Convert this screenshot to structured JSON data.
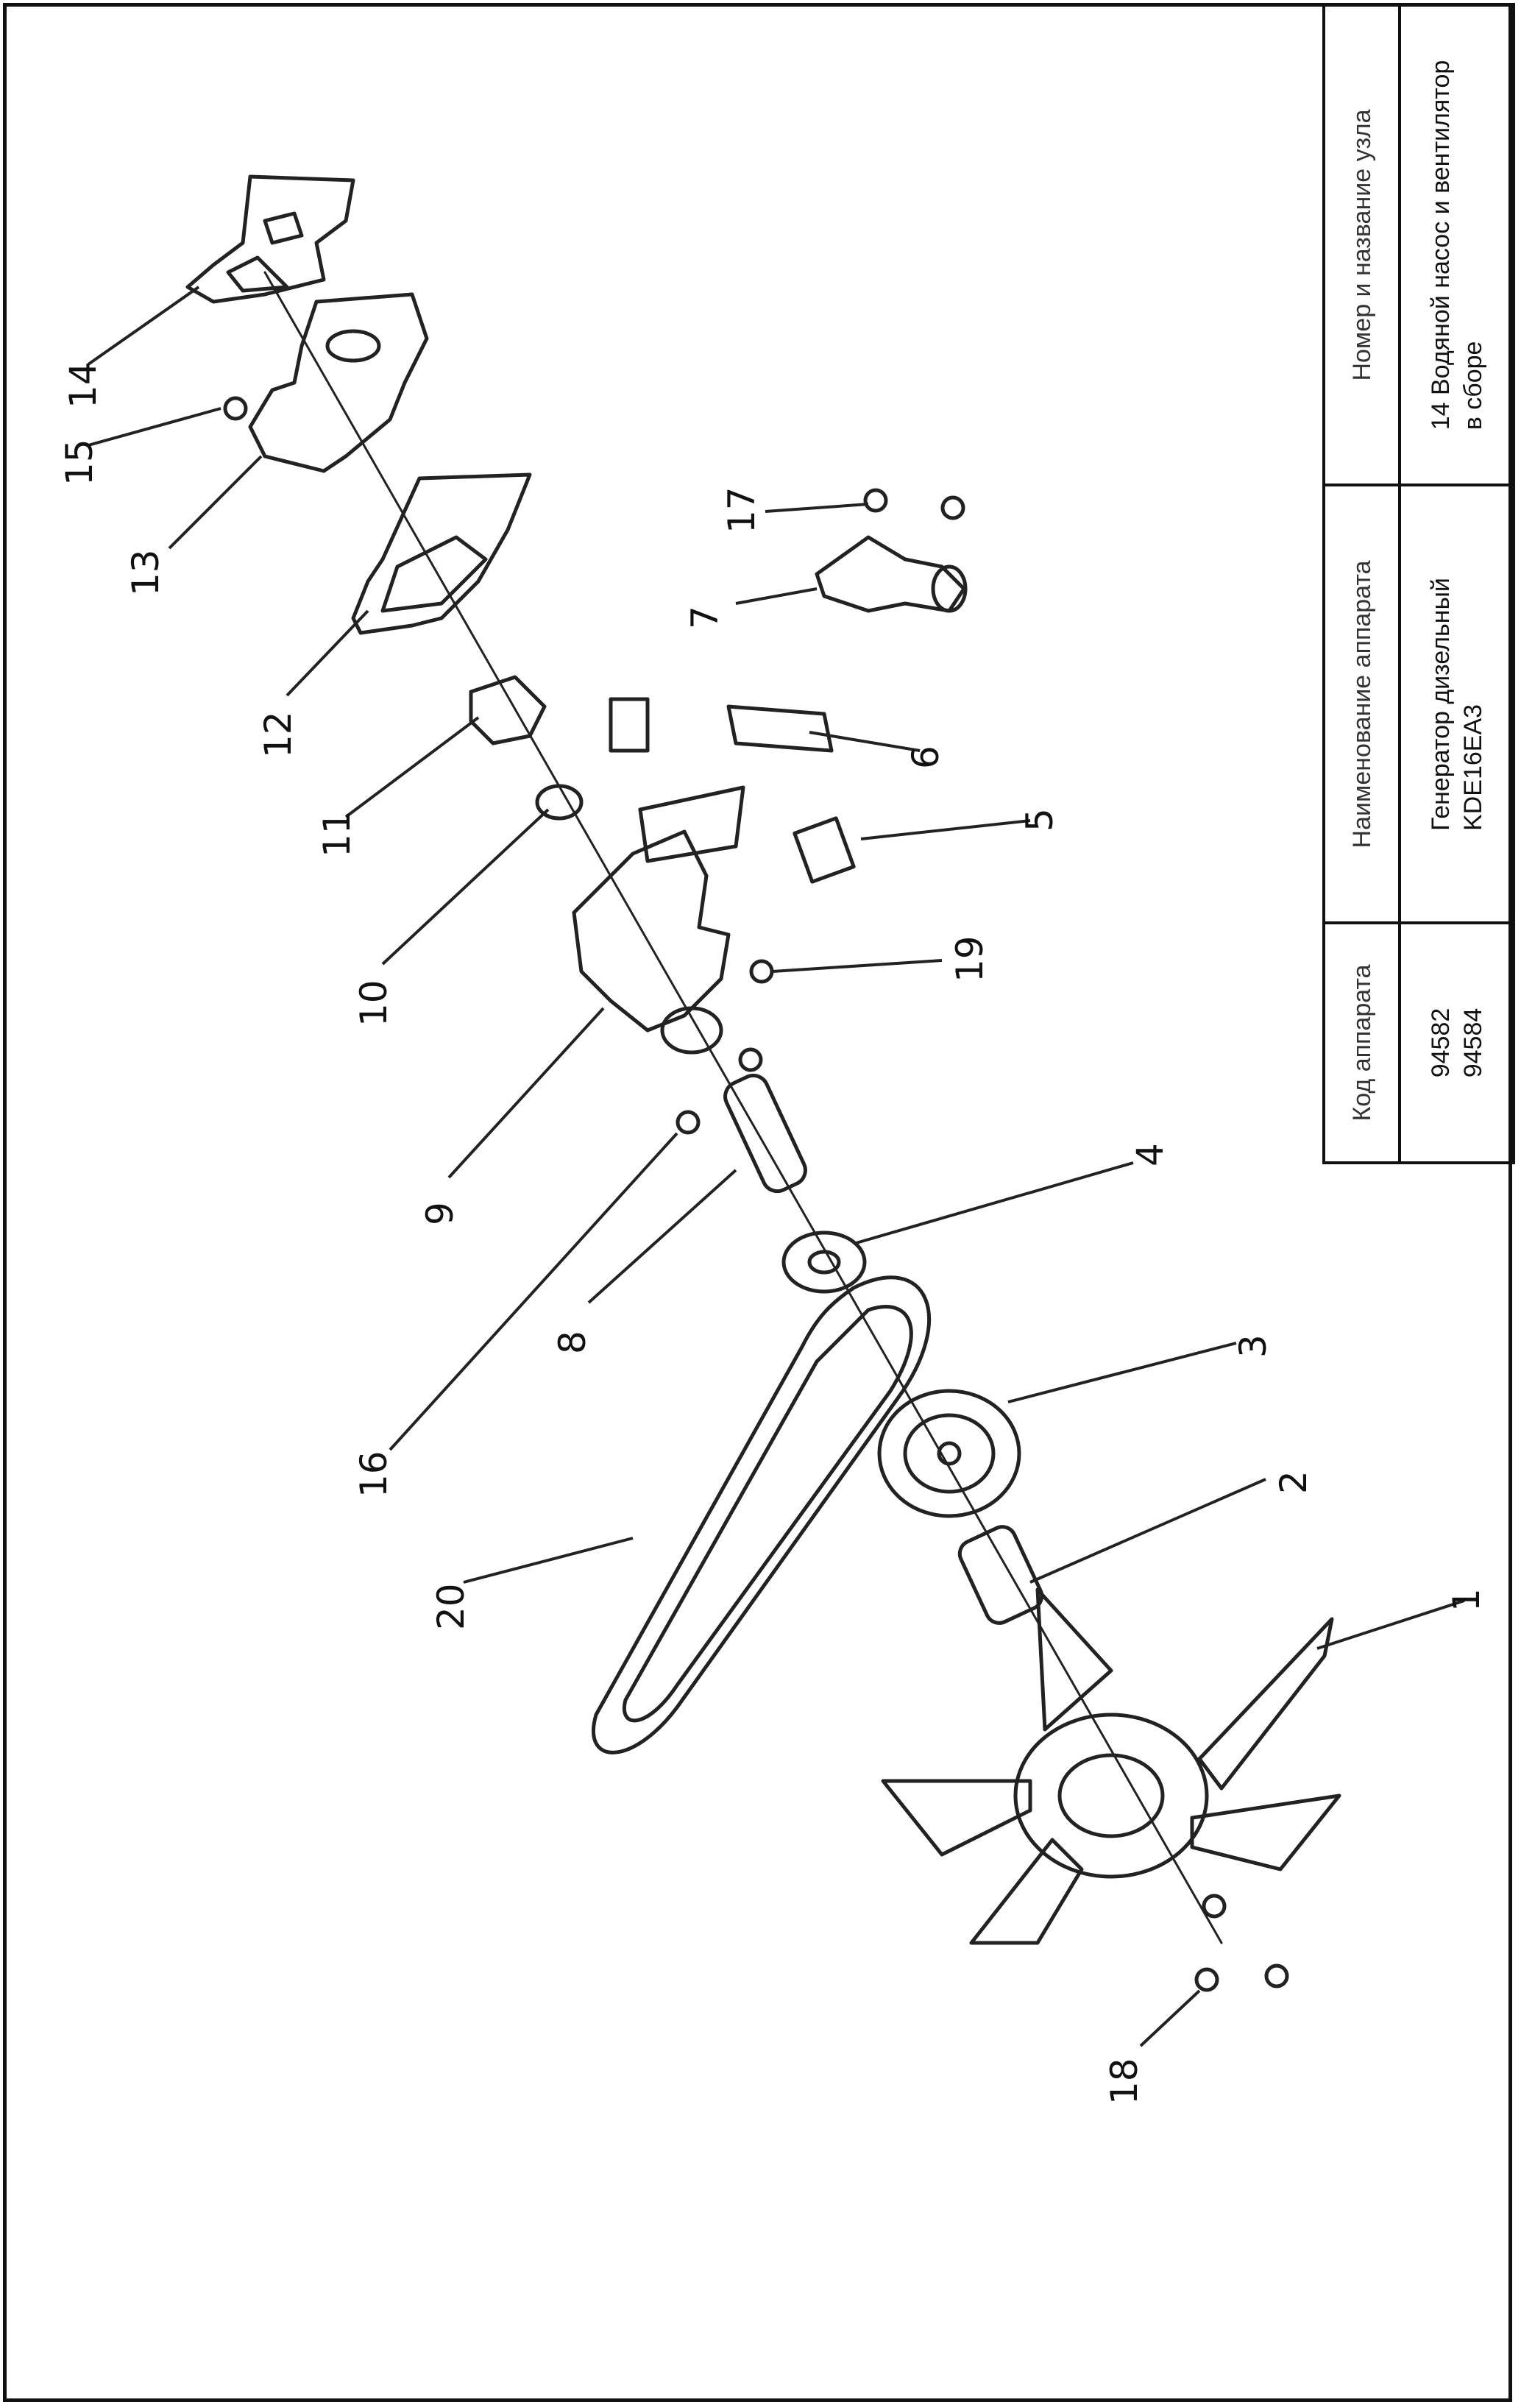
{
  "title_block": {
    "headers": {
      "code": "Код аппарата",
      "device": "Наименование аппарата",
      "unit": "Номер и название узла"
    },
    "values": {
      "code_line1": "94582",
      "code_line2": "94584",
      "device_line1": "Генератор дизельный",
      "device_line2": "KDE16EA3",
      "unit_line1": "14 Водяной насос и вентилятор",
      "unit_line2": "в сборе"
    }
  },
  "callouts": [
    "1",
    "2",
    "3",
    "4",
    "5",
    "6",
    "7",
    "8",
    "9",
    "10",
    "11",
    "12",
    "13",
    "14",
    "15",
    "16",
    "17",
    "18",
    "19",
    "20"
  ]
}
